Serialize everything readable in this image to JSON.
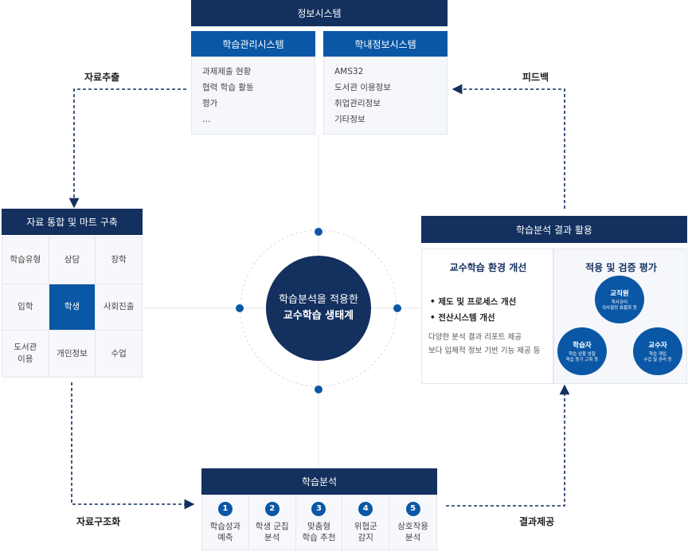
{
  "info_system": {
    "title": "정보시스템",
    "lms": {
      "title": "학습관리시스템",
      "items": [
        "과제제출 현황",
        "협력 학습 활동",
        "평가",
        "…"
      ]
    },
    "campus": {
      "title": "학내정보시스템",
      "items": [
        "AMS32",
        "도서관 이용정보",
        "취업관리정보",
        "기타정보"
      ]
    }
  },
  "flows": {
    "extract": "자료추출",
    "feedback": "피드백",
    "structure": "자료구조화",
    "result": "결과제공"
  },
  "data_mart": {
    "title": "자료 통합 및 마트 구축",
    "cells": [
      "학습유형",
      "상담",
      "장학",
      "입학",
      "학생",
      "사회진출",
      "도서관\n이용",
      "개인정보",
      "수업"
    ],
    "active": "학생"
  },
  "center": {
    "line1": "학습분석을 적용한",
    "line2": "교수학습 생태계"
  },
  "analysis": {
    "title": "학습분석",
    "steps": [
      {
        "num": "1",
        "line1": "학습성과",
        "line2": "예측"
      },
      {
        "num": "2",
        "line1": "학생 군집",
        "line2": "분석"
      },
      {
        "num": "3",
        "line1": "맞춤형",
        "line2": "학습 추천"
      },
      {
        "num": "4",
        "line1": "위협군",
        "line2": "감지"
      },
      {
        "num": "5",
        "line1": "상호작용",
        "line2": "분석"
      }
    ]
  },
  "results": {
    "title": "학습분석 결과 활용",
    "improve": {
      "title": "교수학습 환경 개선",
      "bullets": [
        "제도 및 프로세스 개선",
        "전산시스템 개선"
      ],
      "desc1": "다양한 분석 결과 리포트 제공",
      "desc2": "보다 입체적 정보 기반 기능 제공 등"
    },
    "eval": {
      "title": "적용 및 검증 평가",
      "staff": {
        "title": "교직원",
        "sub1": "학사관리",
        "sub2": "의사결정 효율화 등"
      },
      "learner": {
        "title": "학습자",
        "sub1": "학습 상황 성찰",
        "sub2": "학습 동기 고취 등"
      },
      "professor": {
        "title": "교수자",
        "sub1": "학습 개입",
        "sub2": "수업 질 관리 등"
      }
    }
  },
  "colors": {
    "navy": "#13305e",
    "blue": "#0a57a6",
    "panel": "#f5f7fb"
  }
}
